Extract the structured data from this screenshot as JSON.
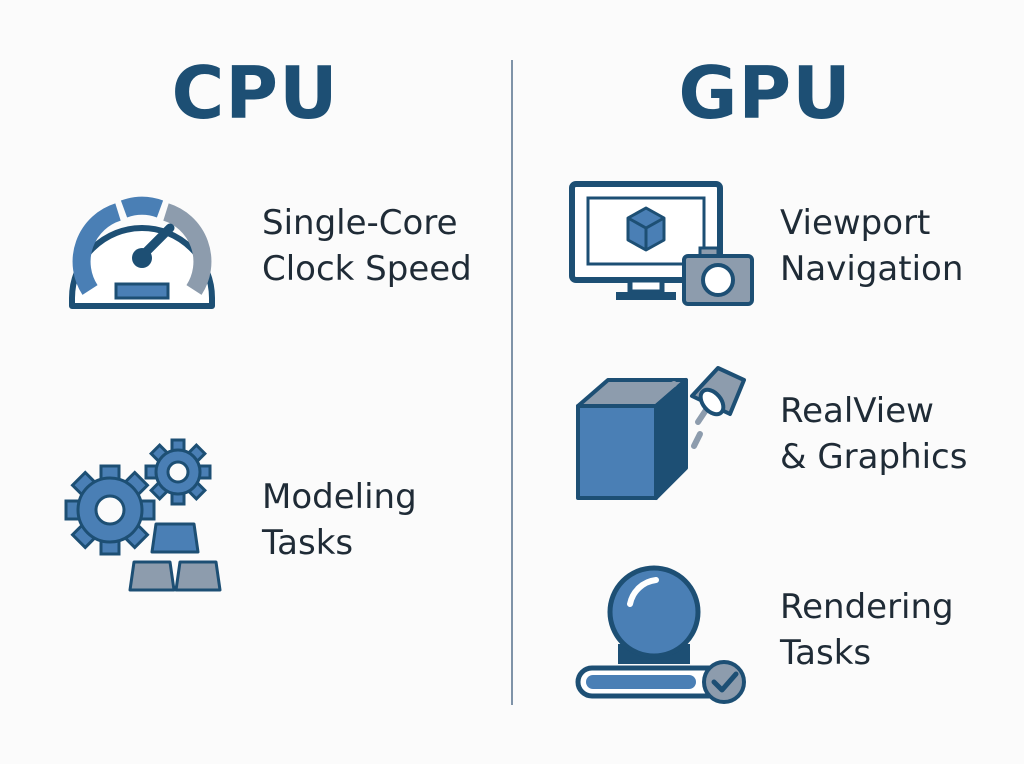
{
  "colors": {
    "navy": "#1d4f74",
    "blue": "#4a7fb5",
    "gray": "#8d9cad",
    "text": "#1f2b36",
    "divider": "#7f93a8"
  },
  "cpu": {
    "title": "CPU",
    "items": [
      {
        "icon": "speedometer-icon",
        "line1": "Single-Core",
        "line2": "Clock Speed"
      },
      {
        "icon": "gears-blocks-icon",
        "line1": "Modeling",
        "line2": "Tasks"
      }
    ]
  },
  "gpu": {
    "title": "GPU",
    "items": [
      {
        "icon": "monitor-camera-icon",
        "line1": "Viewport",
        "line2": "Navigation"
      },
      {
        "icon": "cube-spotlight-icon",
        "line1": "RealView",
        "line2": "& Graphics"
      },
      {
        "icon": "sphere-progress-icon",
        "line1": "Rendering",
        "line2": "Tasks"
      }
    ]
  }
}
